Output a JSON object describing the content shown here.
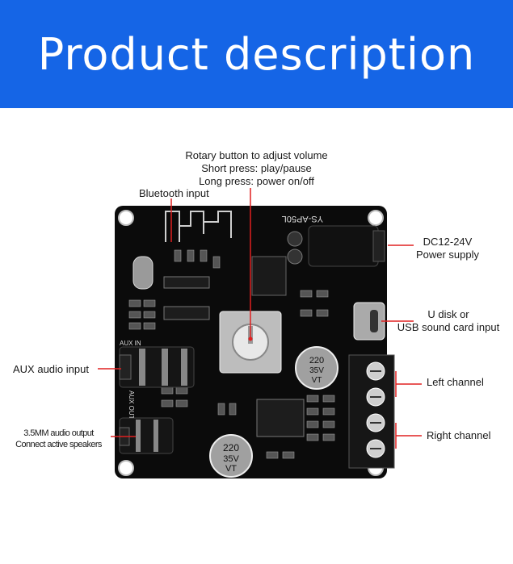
{
  "banner": {
    "title": "Product description",
    "color": "#1565e6"
  },
  "board": {
    "model_text": "YS-AP50L",
    "aux_in_text": "AUX IN",
    "aux_out_text": "AUX OUT",
    "cap_large": {
      "line1": "220",
      "line2": "35V",
      "line3": "VT"
    },
    "cap_small": {
      "line1": "220",
      "line2": "35V",
      "line3": "VT"
    },
    "pcb_color": "#0b0b0b",
    "line_color": "#e02020"
  },
  "labels": {
    "rotary": [
      "Rotary button to adjust volume",
      "Short press: play/pause",
      "Long press: power on/off"
    ],
    "bluetooth": "Bluetooth input",
    "dc_power": [
      "DC12-24V",
      "Power supply"
    ],
    "usb": [
      "U disk or",
      "USB sound card input"
    ],
    "aux_input": "AUX audio input",
    "left_channel": "Left channel",
    "right_channel": "Right channel",
    "audio_output": [
      "3.5MM audio output",
      "Connect active speakers"
    ]
  }
}
